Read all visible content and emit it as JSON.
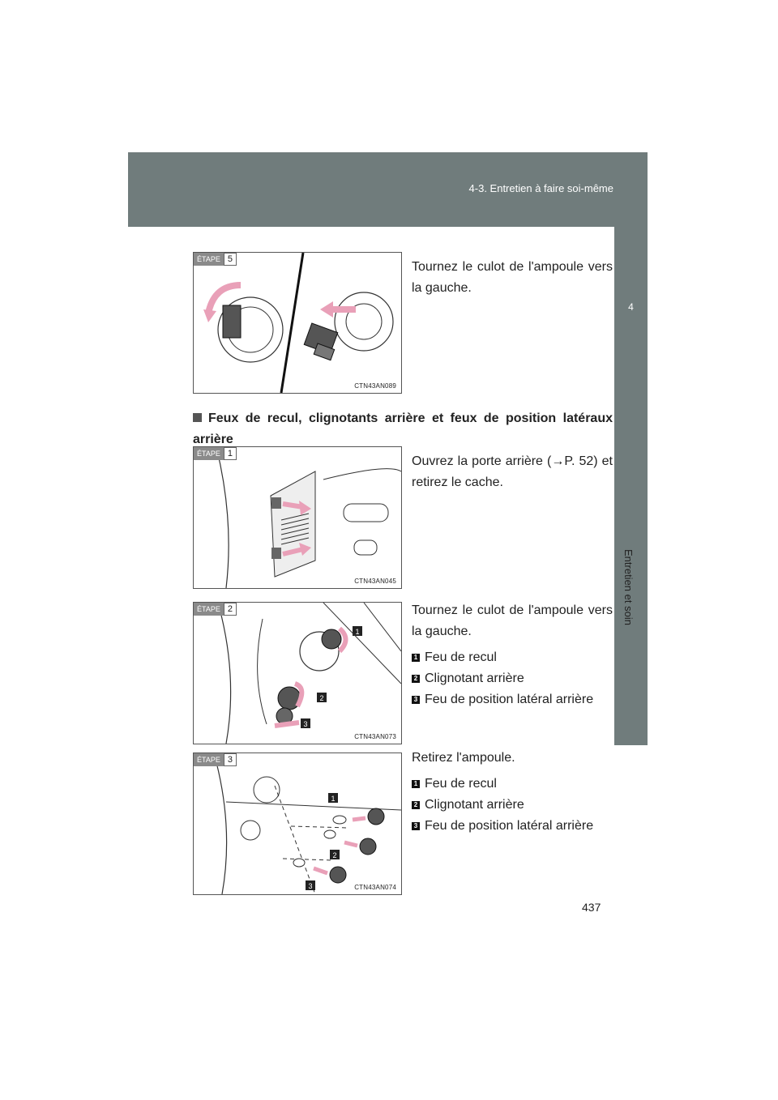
{
  "header": {
    "title": "4-3. Entretien à faire soi-même"
  },
  "side_tab": {
    "number": "4",
    "label": "Entretien et soin"
  },
  "page_number": "437",
  "step_label": "ÉTAPE",
  "section_heading": "Feux de recul, clignotants arrière et feux de position latéraux arrière",
  "figures": [
    {
      "step": "5",
      "code": "CTN43AN089",
      "text": "Tournez le culot de l'ampoule vers la gauche."
    },
    {
      "step": "1",
      "code": "CTN43AN045",
      "text": "Ouvrez la porte arrière (→P. 52) et retirez le cache."
    },
    {
      "step": "2",
      "code": "CTN43AN073",
      "text": "Tournez le culot de l'ampoule vers la gauche."
    },
    {
      "step": "3",
      "code": "CTN43AN074",
      "text": "Retirez l'ampoule."
    }
  ],
  "legend_a": [
    {
      "n": "1",
      "label": "Feu de recul"
    },
    {
      "n": "2",
      "label": "Clignotant arrière"
    },
    {
      "n": "3",
      "label": "Feu de position latéral arrière"
    }
  ],
  "legend_b": [
    {
      "n": "1",
      "label": "Feu de recul"
    },
    {
      "n": "2",
      "label": "Clignotant arrière"
    },
    {
      "n": "3",
      "label": "Feu de position latéral arrière"
    }
  ],
  "colors": {
    "band": "#707c7c",
    "arrow": "#e9a0b8"
  }
}
